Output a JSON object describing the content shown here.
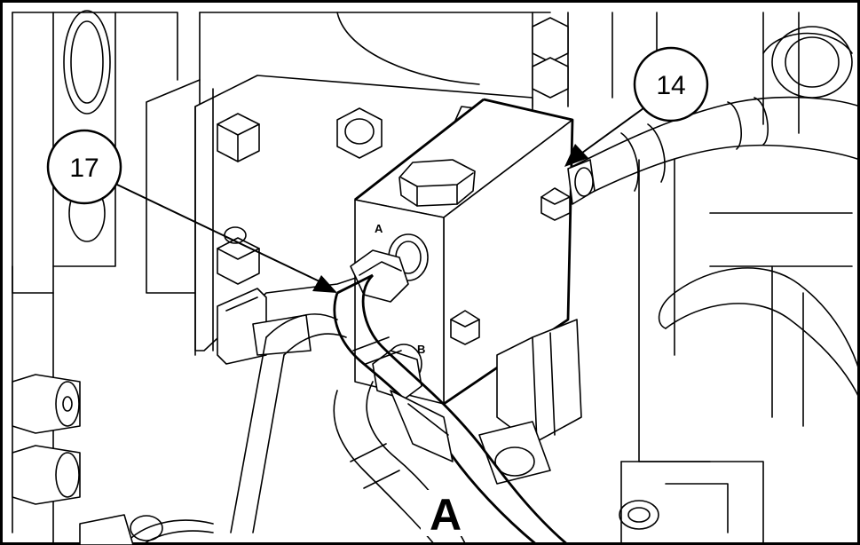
{
  "figure": {
    "callouts": [
      {
        "id": "callout-14",
        "label": "14"
      },
      {
        "id": "callout-17",
        "label": "17"
      }
    ],
    "ports": {
      "a": "A",
      "b": "B"
    },
    "view_label": "A"
  }
}
